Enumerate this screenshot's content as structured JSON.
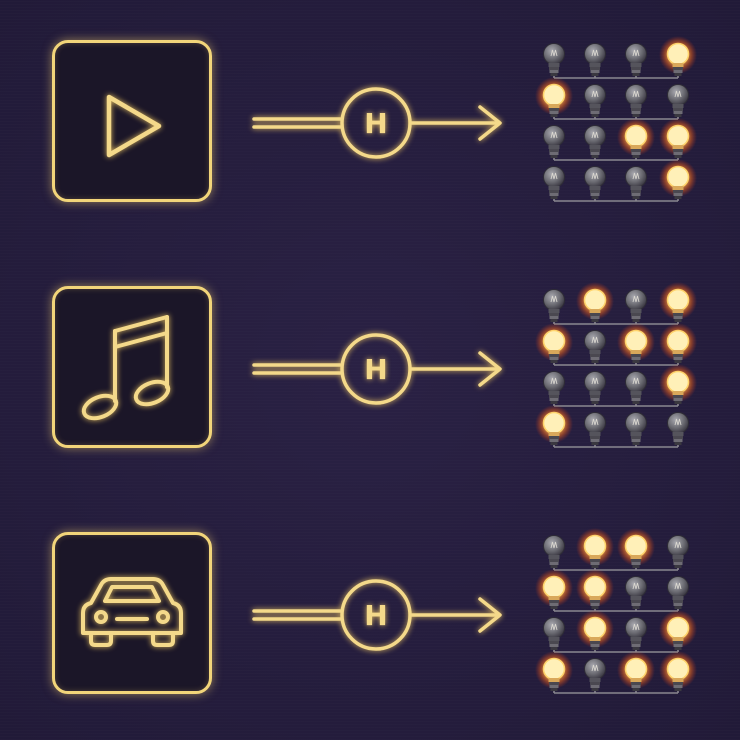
{
  "colors": {
    "background": "#241c3c",
    "neon": "#f4d98a",
    "bulb_on": "#ffd36a",
    "bulb_off": "#6b6b72"
  },
  "hash_label": "H",
  "rows": [
    {
      "icon": "play-icon",
      "bulbs": [
        [
          0,
          0,
          0,
          1
        ],
        [
          1,
          0,
          0,
          0
        ],
        [
          0,
          0,
          1,
          1
        ],
        [
          0,
          0,
          0,
          1
        ]
      ]
    },
    {
      "icon": "music-note-icon",
      "bulbs": [
        [
          0,
          1,
          0,
          1
        ],
        [
          1,
          0,
          1,
          1
        ],
        [
          0,
          0,
          0,
          1
        ],
        [
          1,
          0,
          0,
          0
        ]
      ]
    },
    {
      "icon": "car-icon",
      "bulbs": [
        [
          0,
          1,
          1,
          0
        ],
        [
          1,
          1,
          0,
          0
        ],
        [
          0,
          1,
          0,
          1
        ],
        [
          1,
          0,
          1,
          1
        ]
      ]
    }
  ]
}
